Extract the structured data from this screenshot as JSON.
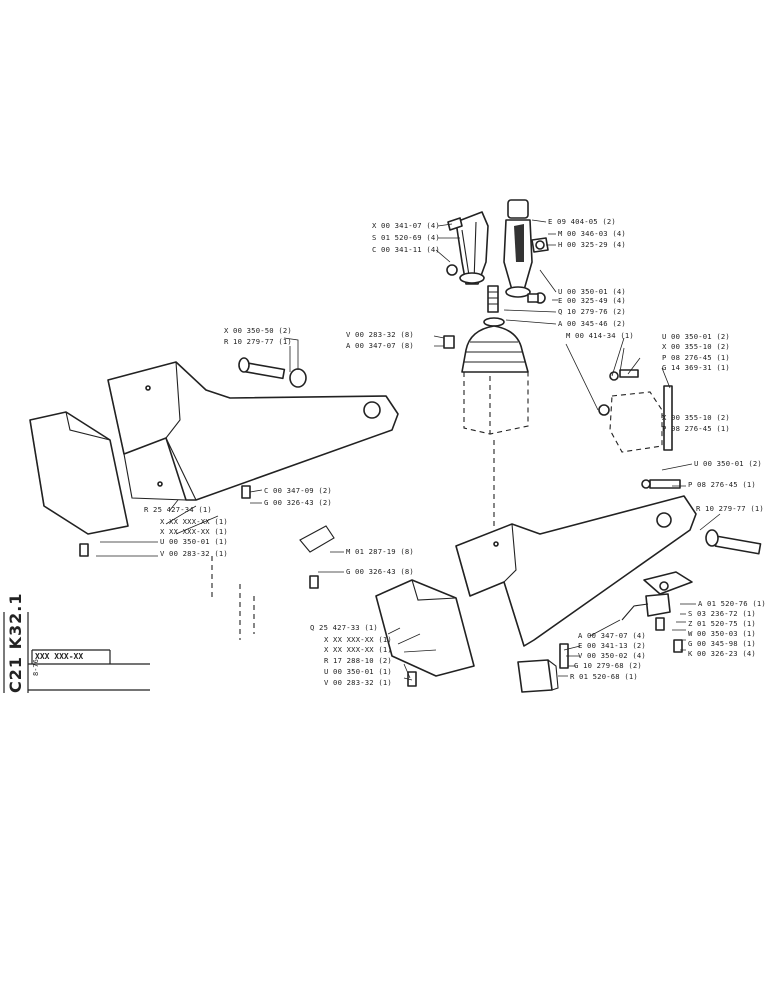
{
  "title_block": {
    "drawing_code": "C21 K32.1",
    "date": "8-76",
    "part_number": "XXX XXX-XX"
  },
  "callouts": [
    {
      "id": "c01",
      "text": "X 00 341-07 (4)"
    },
    {
      "id": "c02",
      "text": "S 01 520-69 (4)"
    },
    {
      "id": "c03",
      "text": "C 00 341-11 (4)"
    },
    {
      "id": "c04",
      "text": "E 09 404-05 (2)"
    },
    {
      "id": "c05",
      "text": "M 00 346-03 (4)"
    },
    {
      "id": "c06",
      "text": "H 00 325-29 (4)"
    },
    {
      "id": "c07",
      "text": "U 00 350-01 (4)"
    },
    {
      "id": "c08",
      "text": "E 00 325-49 (4)"
    },
    {
      "id": "c09",
      "text": "Q 10 279-76 (2)"
    },
    {
      "id": "c10",
      "text": "A 00 345-46 (2)"
    },
    {
      "id": "c11",
      "text": "M 00 414-34 (1)"
    },
    {
      "id": "c12",
      "text": "V 00 283-32 (8)"
    },
    {
      "id": "c13",
      "text": "A 00 347-07 (8)"
    },
    {
      "id": "c14",
      "text": "X 00 350-50 (2)"
    },
    {
      "id": "c15",
      "text": "R 10 279-77 (1)"
    },
    {
      "id": "c16",
      "text": "U 00 350-01 (2)"
    },
    {
      "id": "c17",
      "text": "X 00 355-10 (2)"
    },
    {
      "id": "c18",
      "text": "P 08 276-45 (1)"
    },
    {
      "id": "c19",
      "text": "G 14 369-31 (1)"
    },
    {
      "id": "c20",
      "text": "X 00 355-10 (2)"
    },
    {
      "id": "c21",
      "text": "P 08 276-45 (1)"
    },
    {
      "id": "c22",
      "text": "U 00 350-01 (2)"
    },
    {
      "id": "c23",
      "text": "P 08 276-45 (1)"
    },
    {
      "id": "c24",
      "text": "R 10 279-77 (1)"
    },
    {
      "id": "c25",
      "text": "C 00 347-09 (2)"
    },
    {
      "id": "c26",
      "text": "G 00 326-43 (2)"
    },
    {
      "id": "c27",
      "text": "R 25 427-34 (1)"
    },
    {
      "id": "c28",
      "text": "X XX XXX-XX (1)"
    },
    {
      "id": "c29",
      "text": "X XX XXX-XX (1)"
    },
    {
      "id": "c30",
      "text": "U 00 350-01 (1)"
    },
    {
      "id": "c31",
      "text": "V 00 283-32 (1)"
    },
    {
      "id": "c32",
      "text": "M 01 287-19 (8)"
    },
    {
      "id": "c33",
      "text": "G 00 326-43 (8)"
    },
    {
      "id": "c34",
      "text": "A 01 520-76 (1)"
    },
    {
      "id": "c35",
      "text": "S 03 236-72 (1)"
    },
    {
      "id": "c36",
      "text": "Z 01 520-75 (1)"
    },
    {
      "id": "c37",
      "text": "W 00 350-03 (1)"
    },
    {
      "id": "c38",
      "text": "G 00 345-98 (1)"
    },
    {
      "id": "c39",
      "text": "K 00 326-23 (4)"
    },
    {
      "id": "c40",
      "text": "Q 25 427-33 (1)"
    },
    {
      "id": "c41",
      "text": "X XX XXX-XX (1)"
    },
    {
      "id": "c42",
      "text": "X XX XXX-XX (1)"
    },
    {
      "id": "c43",
      "text": "R 17 288-10 (2)"
    },
    {
      "id": "c44",
      "text": "U 00 350-01 (1)"
    },
    {
      "id": "c45",
      "text": "V 00 283-32 (1)"
    },
    {
      "id": "c46",
      "text": "A 00 347-07 (4)"
    },
    {
      "id": "c47",
      "text": "E 00 341-13 (2)"
    },
    {
      "id": "c48",
      "text": "V 00 350-02 (4)"
    },
    {
      "id": "c49",
      "text": "G 10 279-68 (2)"
    },
    {
      "id": "c50",
      "text": "R 01 520-68 (1)"
    }
  ]
}
